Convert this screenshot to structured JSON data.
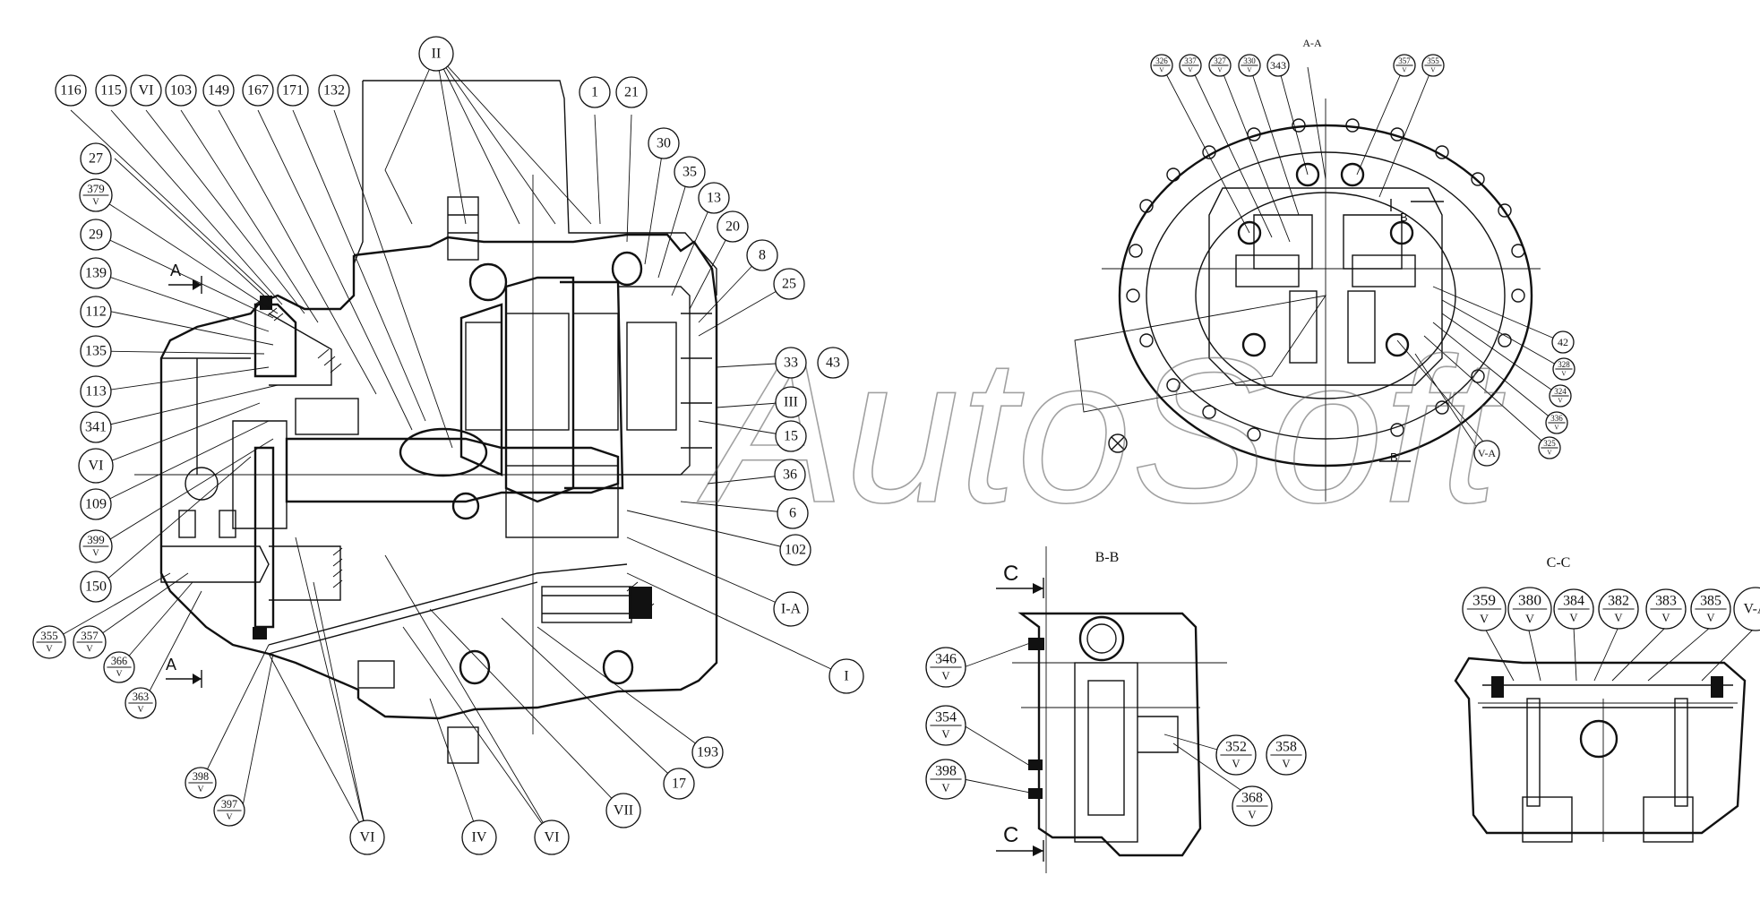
{
  "watermark": "AutoSoft",
  "views": {
    "main": {
      "title": ""
    },
    "aa": {
      "title": "A-A"
    },
    "bb": {
      "title": "B-B"
    },
    "cc": {
      "title": "C-C"
    }
  },
  "section_markers": {
    "a": "A",
    "b": "B",
    "c": "C"
  },
  "callouts": {
    "main": [
      {
        "id": "c116",
        "label": "116"
      },
      {
        "id": "c115",
        "label": "115"
      },
      {
        "id": "cVI_a",
        "label": "VI"
      },
      {
        "id": "c103",
        "label": "103"
      },
      {
        "id": "c149",
        "label": "149"
      },
      {
        "id": "c167",
        "label": "167"
      },
      {
        "id": "c171",
        "label": "171"
      },
      {
        "id": "c132",
        "label": "132"
      },
      {
        "id": "cII",
        "label": "II"
      },
      {
        "id": "c1",
        "label": "1"
      },
      {
        "id": "c21",
        "label": "21"
      },
      {
        "id": "c30",
        "label": "30"
      },
      {
        "id": "c35",
        "label": "35"
      },
      {
        "id": "c13",
        "label": "13"
      },
      {
        "id": "c20",
        "label": "20"
      },
      {
        "id": "c8",
        "label": "8"
      },
      {
        "id": "c25",
        "label": "25"
      },
      {
        "id": "c33",
        "label": "33"
      },
      {
        "id": "c43",
        "label": "43"
      },
      {
        "id": "cIII",
        "label": "III"
      },
      {
        "id": "c15",
        "label": "15"
      },
      {
        "id": "c36",
        "label": "36"
      },
      {
        "id": "c6",
        "label": "6"
      },
      {
        "id": "c102",
        "label": "102"
      },
      {
        "id": "cIA",
        "label": "I-A"
      },
      {
        "id": "cI",
        "label": "I"
      },
      {
        "id": "c193",
        "label": "193"
      },
      {
        "id": "c17",
        "label": "17"
      },
      {
        "id": "cVII",
        "label": "VII"
      },
      {
        "id": "cVI_b",
        "label": "VI"
      },
      {
        "id": "cIV",
        "label": "IV"
      },
      {
        "id": "cVI_c",
        "label": "VI"
      },
      {
        "id": "c27",
        "label": "27"
      },
      {
        "id": "c29",
        "label": "29"
      },
      {
        "id": "c139",
        "label": "139"
      },
      {
        "id": "c112",
        "label": "112"
      },
      {
        "id": "c135",
        "label": "135"
      },
      {
        "id": "c113",
        "label": "113"
      },
      {
        "id": "c341",
        "label": "341"
      },
      {
        "id": "cVI_d",
        "label": "VI"
      },
      {
        "id": "c109",
        "label": "109"
      },
      {
        "id": "c150",
        "label": "150"
      }
    ],
    "main_fraction": [
      {
        "id": "f379",
        "num": "379",
        "den": "V"
      },
      {
        "id": "f399",
        "num": "399",
        "den": "V"
      },
      {
        "id": "f355",
        "num": "355",
        "den": "V"
      },
      {
        "id": "f357",
        "num": "357",
        "den": "V"
      },
      {
        "id": "f366",
        "num": "366",
        "den": "V"
      },
      {
        "id": "f363",
        "num": "363",
        "den": "V"
      },
      {
        "id": "f398m",
        "num": "398",
        "den": "V"
      },
      {
        "id": "f397",
        "num": "397",
        "den": "V"
      }
    ],
    "aa_fraction": [
      {
        "id": "a326",
        "num": "326",
        "den": "V"
      },
      {
        "id": "a337",
        "num": "337",
        "den": "V"
      },
      {
        "id": "a327",
        "num": "327",
        "den": "V"
      },
      {
        "id": "a330",
        "num": "330",
        "den": "V"
      },
      {
        "id": "a357",
        "num": "357",
        "den": "V"
      },
      {
        "id": "a355",
        "num": "355",
        "den": "V"
      },
      {
        "id": "a328",
        "num": "328",
        "den": "V"
      },
      {
        "id": "a324",
        "num": "324",
        "den": "V"
      },
      {
        "id": "a336",
        "num": "336",
        "den": "V"
      },
      {
        "id": "a325",
        "num": "325",
        "den": "V"
      }
    ],
    "aa_plain": [
      {
        "id": "a343",
        "label": "343"
      },
      {
        "id": "a42",
        "label": "42"
      },
      {
        "id": "aVA",
        "label": "V-A"
      }
    ],
    "bb_fraction": [
      {
        "id": "b346",
        "num": "346",
        "den": "V"
      },
      {
        "id": "b354",
        "num": "354",
        "den": "V"
      },
      {
        "id": "b398",
        "num": "398",
        "den": "V"
      },
      {
        "id": "b352",
        "num": "352",
        "den": "V"
      },
      {
        "id": "b358",
        "num": "358",
        "den": "V"
      },
      {
        "id": "b368",
        "num": "368",
        "den": "V"
      }
    ],
    "cc_fraction": [
      {
        "id": "c359",
        "num": "359",
        "den": "V"
      },
      {
        "id": "c380",
        "num": "380",
        "den": "V"
      },
      {
        "id": "c384",
        "num": "384",
        "den": "V"
      },
      {
        "id": "c382",
        "num": "382",
        "den": "V"
      },
      {
        "id": "c383",
        "num": "383",
        "den": "V"
      },
      {
        "id": "c385",
        "num": "385",
        "den": "V"
      }
    ],
    "cc_plain": [
      {
        "id": "cVA",
        "label": "V-A"
      }
    ]
  },
  "colors": {
    "ink": "#111111",
    "paper": "#ffffff",
    "watermark": "#555555"
  }
}
